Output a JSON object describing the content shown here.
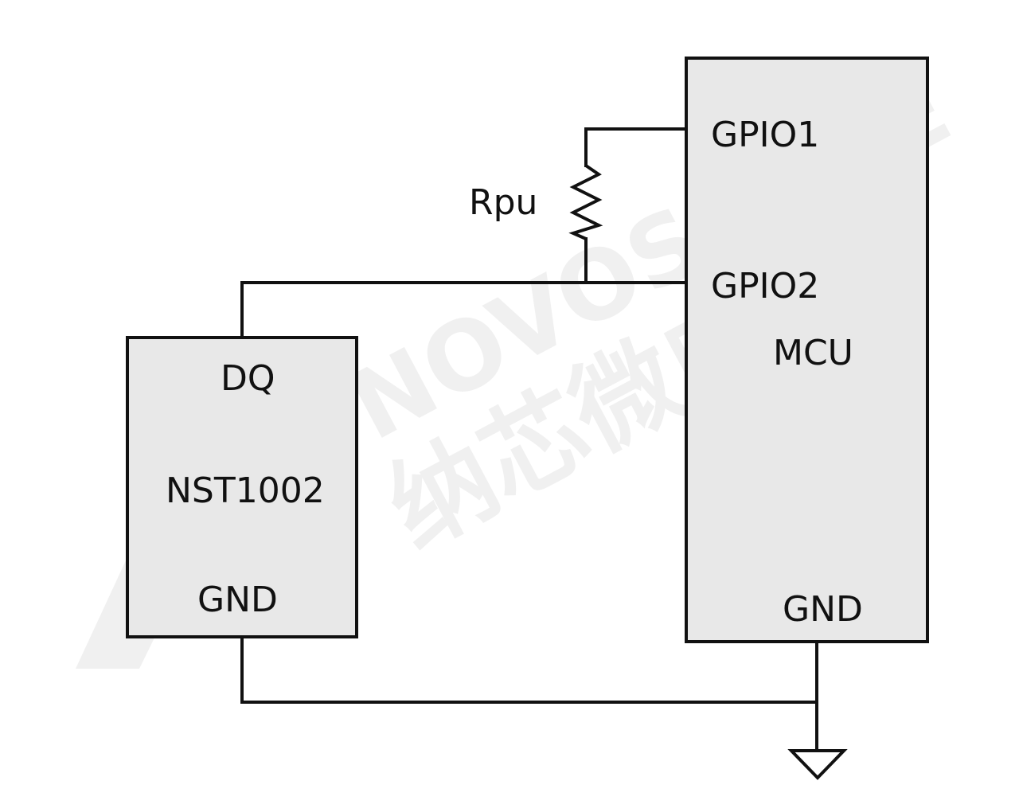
{
  "watermark": {
    "brand": "NOVOSENSE",
    "chinese": "纳芯微电子"
  },
  "sensor": {
    "name": "NST1002",
    "pin_dq": "DQ",
    "pin_gnd": "GND"
  },
  "mcu": {
    "name": "MCU",
    "pin_gpio1": "GPIO1",
    "pin_gpio2": "GPIO2",
    "pin_gnd": "GND"
  },
  "resistor": {
    "label": "Rpu"
  }
}
